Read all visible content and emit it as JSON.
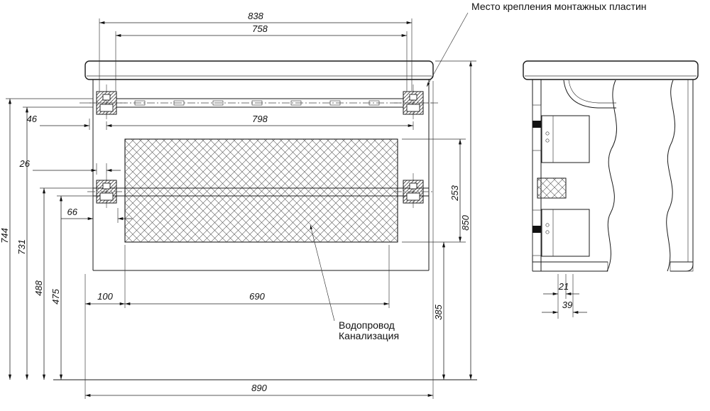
{
  "drawing": {
    "labels": {
      "mounting_plates": "Место крепления монтажных пластин",
      "plumbing_1": "Водопровод",
      "plumbing_2": "Канализация"
    },
    "dims": {
      "d838": "838",
      "d758": "758",
      "d798": "798",
      "d46": "46",
      "d26": "26",
      "d66": "66",
      "d744": "744",
      "d731": "731",
      "d488": "488",
      "d475": "475",
      "d100": "100",
      "d690": "690",
      "d890": "890",
      "d253": "253",
      "d850": "850",
      "d385": "385",
      "d21": "21",
      "d39": "39"
    }
  }
}
